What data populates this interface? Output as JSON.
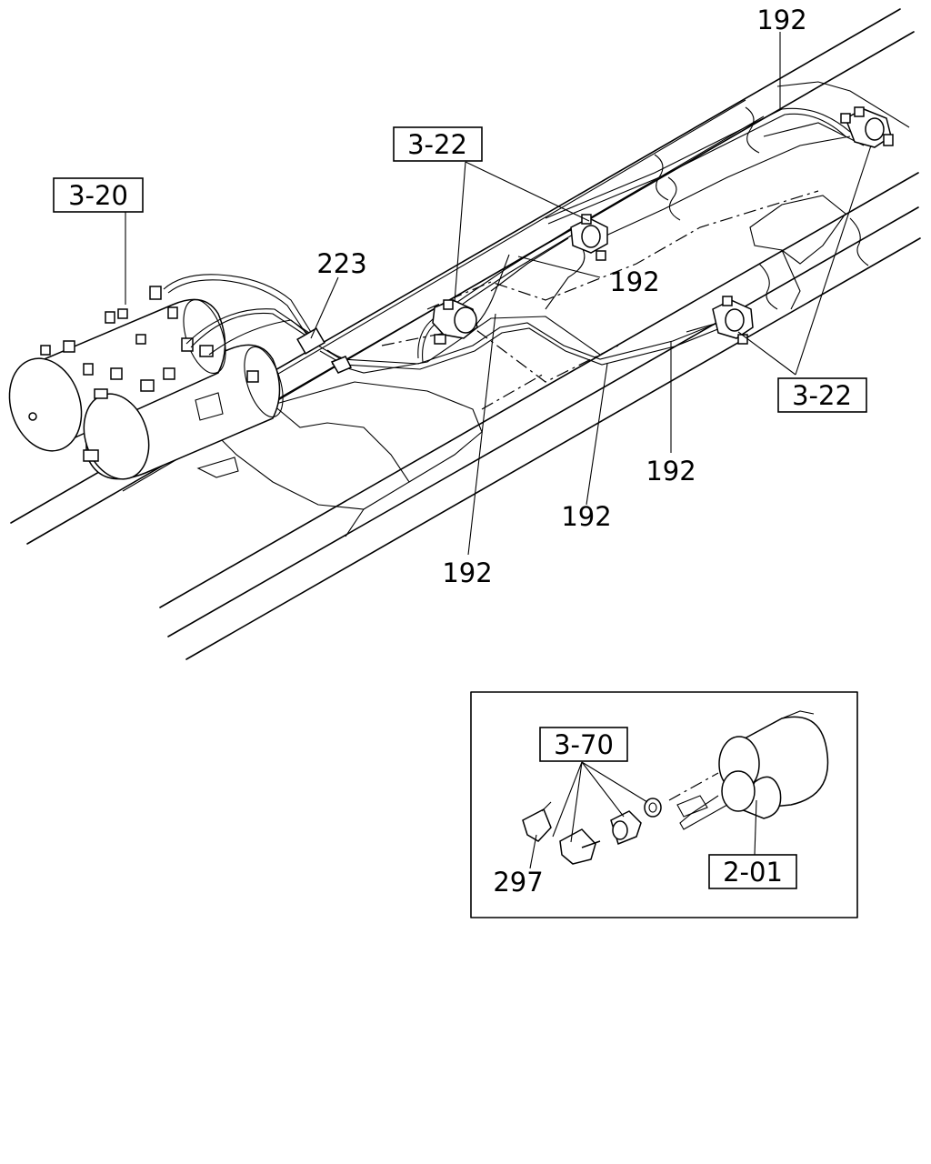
{
  "diagram": {
    "labels": {
      "ref_3_20": "3-20",
      "ref_3_22_top": "3-22",
      "ref_3_22_right": "3-22",
      "ref_3_70": "3-70",
      "ref_2_01": "2-01",
      "part_223": "223",
      "part_192_top": "192",
      "part_192_mid": "192",
      "part_192_right": "192",
      "part_192_center": "192",
      "part_192_left": "192",
      "part_297": "297"
    }
  }
}
